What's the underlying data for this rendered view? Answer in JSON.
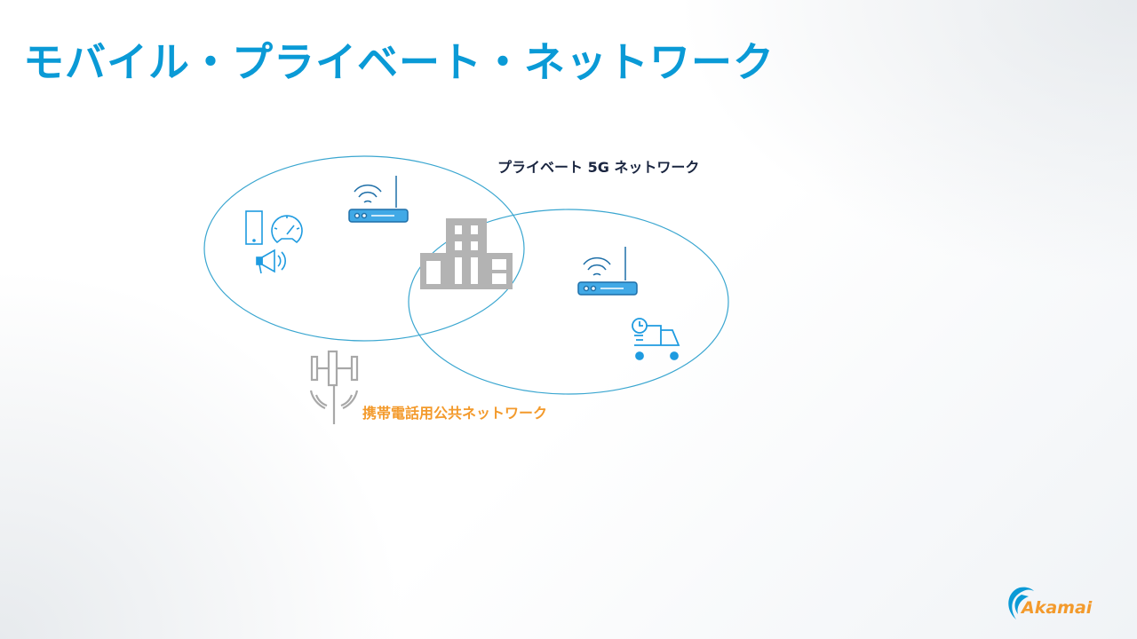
{
  "title": "モバイル・プライベート・ネットワーク",
  "labels": {
    "private_network": "プライベート 5G ネットワーク",
    "public_network": "携帯電話用公共ネットワーク"
  },
  "logo": {
    "text": "Akamai"
  },
  "colors": {
    "accent": "#0a9ad6",
    "icon_blue": "#1e9be0",
    "orange": "#f39a2c",
    "gray": "#b3b3b3"
  }
}
